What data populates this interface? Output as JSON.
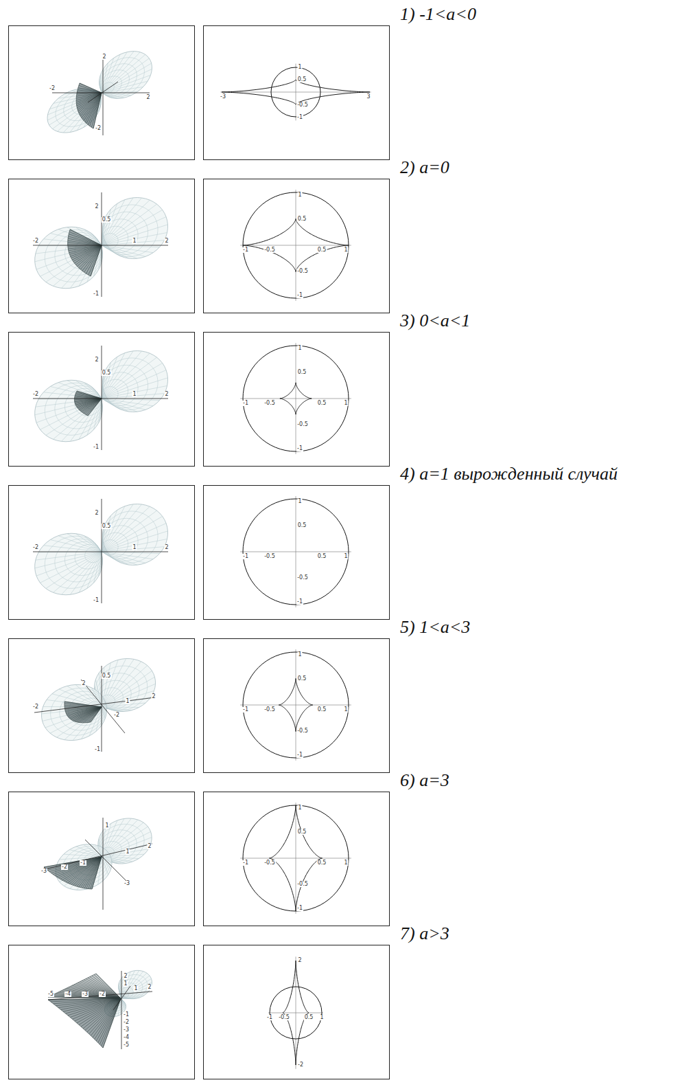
{
  "diagram": {
    "labels": [
      "1) -1<a<0",
      "2",
      "-2",
      "2",
      "-2",
      "-3",
      "3",
      "1",
      "0.5",
      "-0.5",
      "-1",
      "2) a=0",
      "-2",
      "2",
      "1",
      "2",
      "0.5",
      "-1",
      "-1",
      "-0.5",
      "0.5",
      "1",
      "1",
      "0.5",
      "-0.5",
      "-1",
      "3) 0<a<1",
      "-2",
      "2",
      "1",
      "2",
      "0.5",
      "-1",
      "-1",
      "-0.5",
      "0.5",
      "1",
      "1",
      "0.5",
      "-0.5",
      "-1",
      "4) a=1 вырожденный случай",
      "-2",
      "2",
      "1",
      "2",
      "0.5",
      "-1",
      "-1",
      "-0.5",
      "0.5",
      "1",
      "1",
      "0.5",
      "-0.5",
      "-1",
      "5) 1<a<3",
      "-2",
      "2",
      "2",
      "0.5",
      "1",
      "-1",
      "-2",
      "-1",
      "-0.5",
      "0.5",
      "1",
      "1",
      "0.5",
      "-0.5",
      "-1",
      "6) a=3",
      "-3",
      "-2",
      "-1",
      "1",
      "2",
      "1",
      "-3",
      "-1",
      "-0.5",
      "0.5",
      "1",
      "1",
      "0.5",
      "-0.5",
      "-1",
      "7) a>3",
      "-5",
      "-4",
      "-3",
      "-2",
      "1",
      "2",
      "2",
      "1",
      "-1",
      "-2",
      "-3",
      "-4",
      "-5",
      "2",
      "-1",
      "-0.5",
      "0.5",
      "1",
      "-2"
    ]
  }
}
